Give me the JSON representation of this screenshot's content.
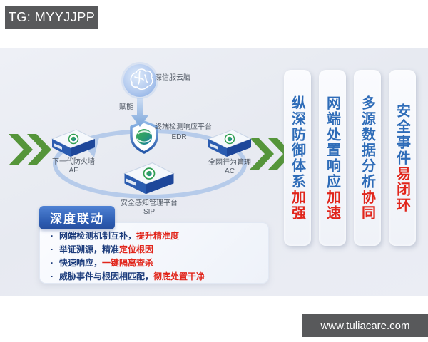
{
  "watermark_top": "TG: MYYJJPP",
  "watermark_bottom": "www.tuliacare.com",
  "diagram": {
    "cloud_label": "深信服云脑",
    "empower_label": "赋能",
    "edr_title": "终端检测响应平台",
    "edr_abbr": "EDR",
    "devices": [
      {
        "name": "下一代防火墙",
        "abbr": "AF"
      },
      {
        "name": "全网行为管理",
        "abbr": "AC"
      },
      {
        "name": "安全感知管理平台",
        "abbr": "SIP"
      }
    ]
  },
  "panel": {
    "title": "深度联动",
    "bullets": [
      {
        "prefix": "网端检测机制互补，",
        "highlight": "提升精准度"
      },
      {
        "prefix": "举证溯源，精准",
        "highlight": "定位根因"
      },
      {
        "prefix": "快速响应，",
        "highlight": "一键隔离查杀"
      },
      {
        "prefix": "威胁事件与根因相匹配，",
        "highlight": "彻底处置干净"
      }
    ]
  },
  "pills": [
    {
      "main": "纵深防御体系",
      "highlight": "加强"
    },
    {
      "main": "网端处置响应",
      "highlight": "加速"
    },
    {
      "main": "多源数据分析",
      "highlight": "协同"
    },
    {
      "main": "安全事件",
      "highlight": "易闭环"
    }
  ],
  "colors": {
    "accent_blue": "#2e6cb8",
    "highlight_red": "#e1251b",
    "arrow_green": "#55953a",
    "badge_blue": "#2c5bb0",
    "ring_blue": "#b3c9e9",
    "bar_gray": "#58595b"
  }
}
